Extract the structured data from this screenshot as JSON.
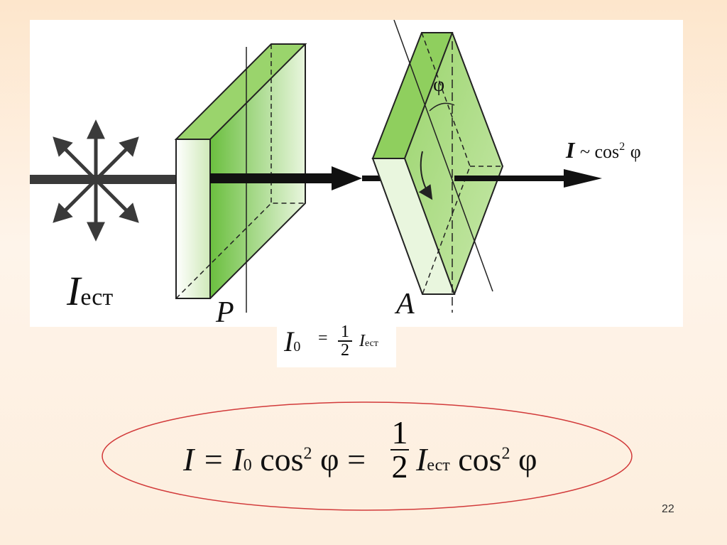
{
  "labels": {
    "source_intensity": "I",
    "source_intensity_sub": "ест",
    "polarizer": "P",
    "analyzer": "A",
    "angle": "φ",
    "output_intensity": "I",
    "output_relation": "~ cos",
    "output_power": "2",
    "output_angle": "φ"
  },
  "formula_small": {
    "lhs": "I",
    "lhs_sub": "0",
    "eq": "=",
    "num": "1",
    "den": "2",
    "rhs": "I",
    "rhs_sub": "ест"
  },
  "formula_main": {
    "lhs": "I = I",
    "sub0": "0",
    "cos1": " cos",
    "pow1": "2",
    "phi1": " φ =",
    "num": "1",
    "den": "2",
    "I2": "I",
    "sub_est": "ест",
    "cos2": " cos",
    "pow2": "2",
    "phi2": " φ"
  },
  "colors": {
    "plate_green": "#86c95a",
    "plate_light": "#dff1cf",
    "ellipse_red": "#d23a3a"
  },
  "slide_number": "22"
}
